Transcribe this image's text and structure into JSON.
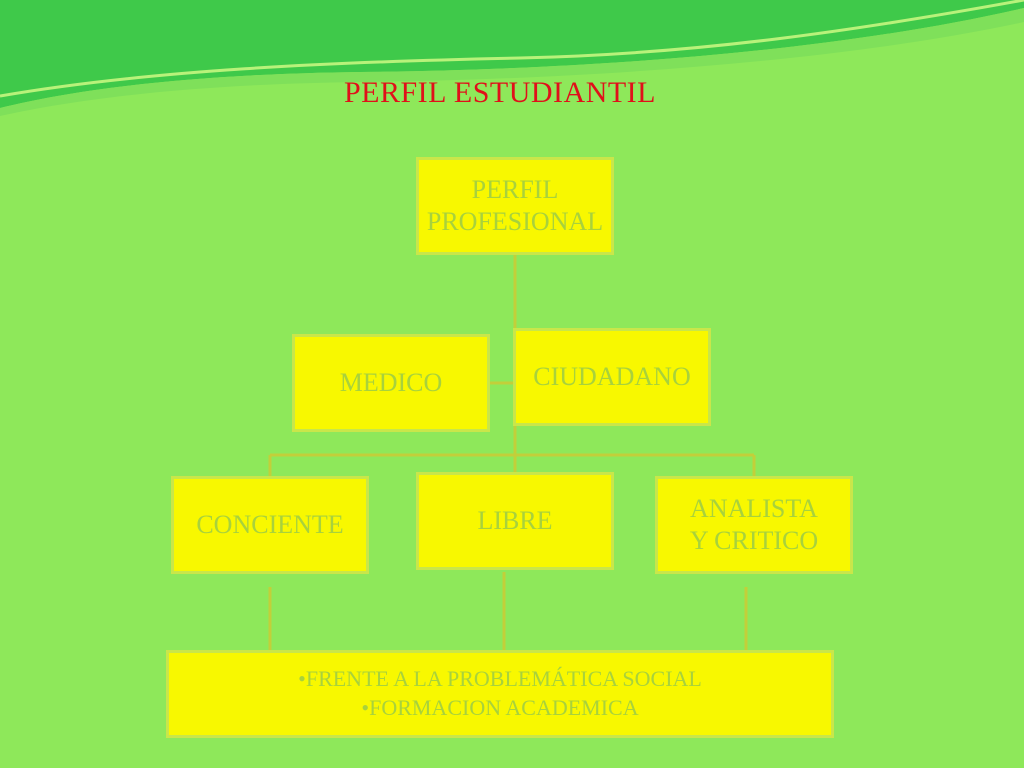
{
  "title": "PERFIL ESTUDIANTIL",
  "colors": {
    "background": "#8ee85a",
    "node_fill": "#f8f800",
    "node_text": "#a8d23c",
    "connector": "#c2cf3a",
    "title_text": "#e0101a"
  },
  "nodes": {
    "perfil_profesional": {
      "lines": [
        "PERFIL",
        "PROFESIONAL"
      ]
    },
    "medico": {
      "lines": [
        "MEDICO"
      ]
    },
    "ciudadano": {
      "lines": [
        "CIUDADANO"
      ]
    },
    "consciente": {
      "lines": [
        "CONCIENTE"
      ]
    },
    "libre": {
      "lines": [
        "LIBRE"
      ]
    },
    "analista": {
      "lines": [
        "ANALISTA",
        "Y CRITICO"
      ]
    }
  },
  "bottom_box": {
    "items": [
      "•FRENTE A  LA PROBLEMÁTICA SOCIAL",
      "•FORMACION ACADEMICA"
    ]
  }
}
